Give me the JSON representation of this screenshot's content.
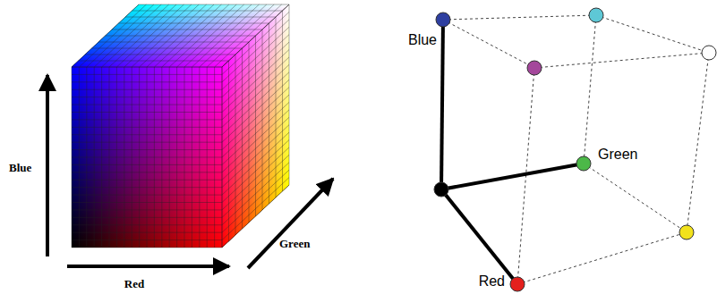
{
  "diagram": {
    "labels": [
      "Blue",
      "Red",
      "Green",
      "Blue",
      "Green",
      "Red"
    ]
  }
}
